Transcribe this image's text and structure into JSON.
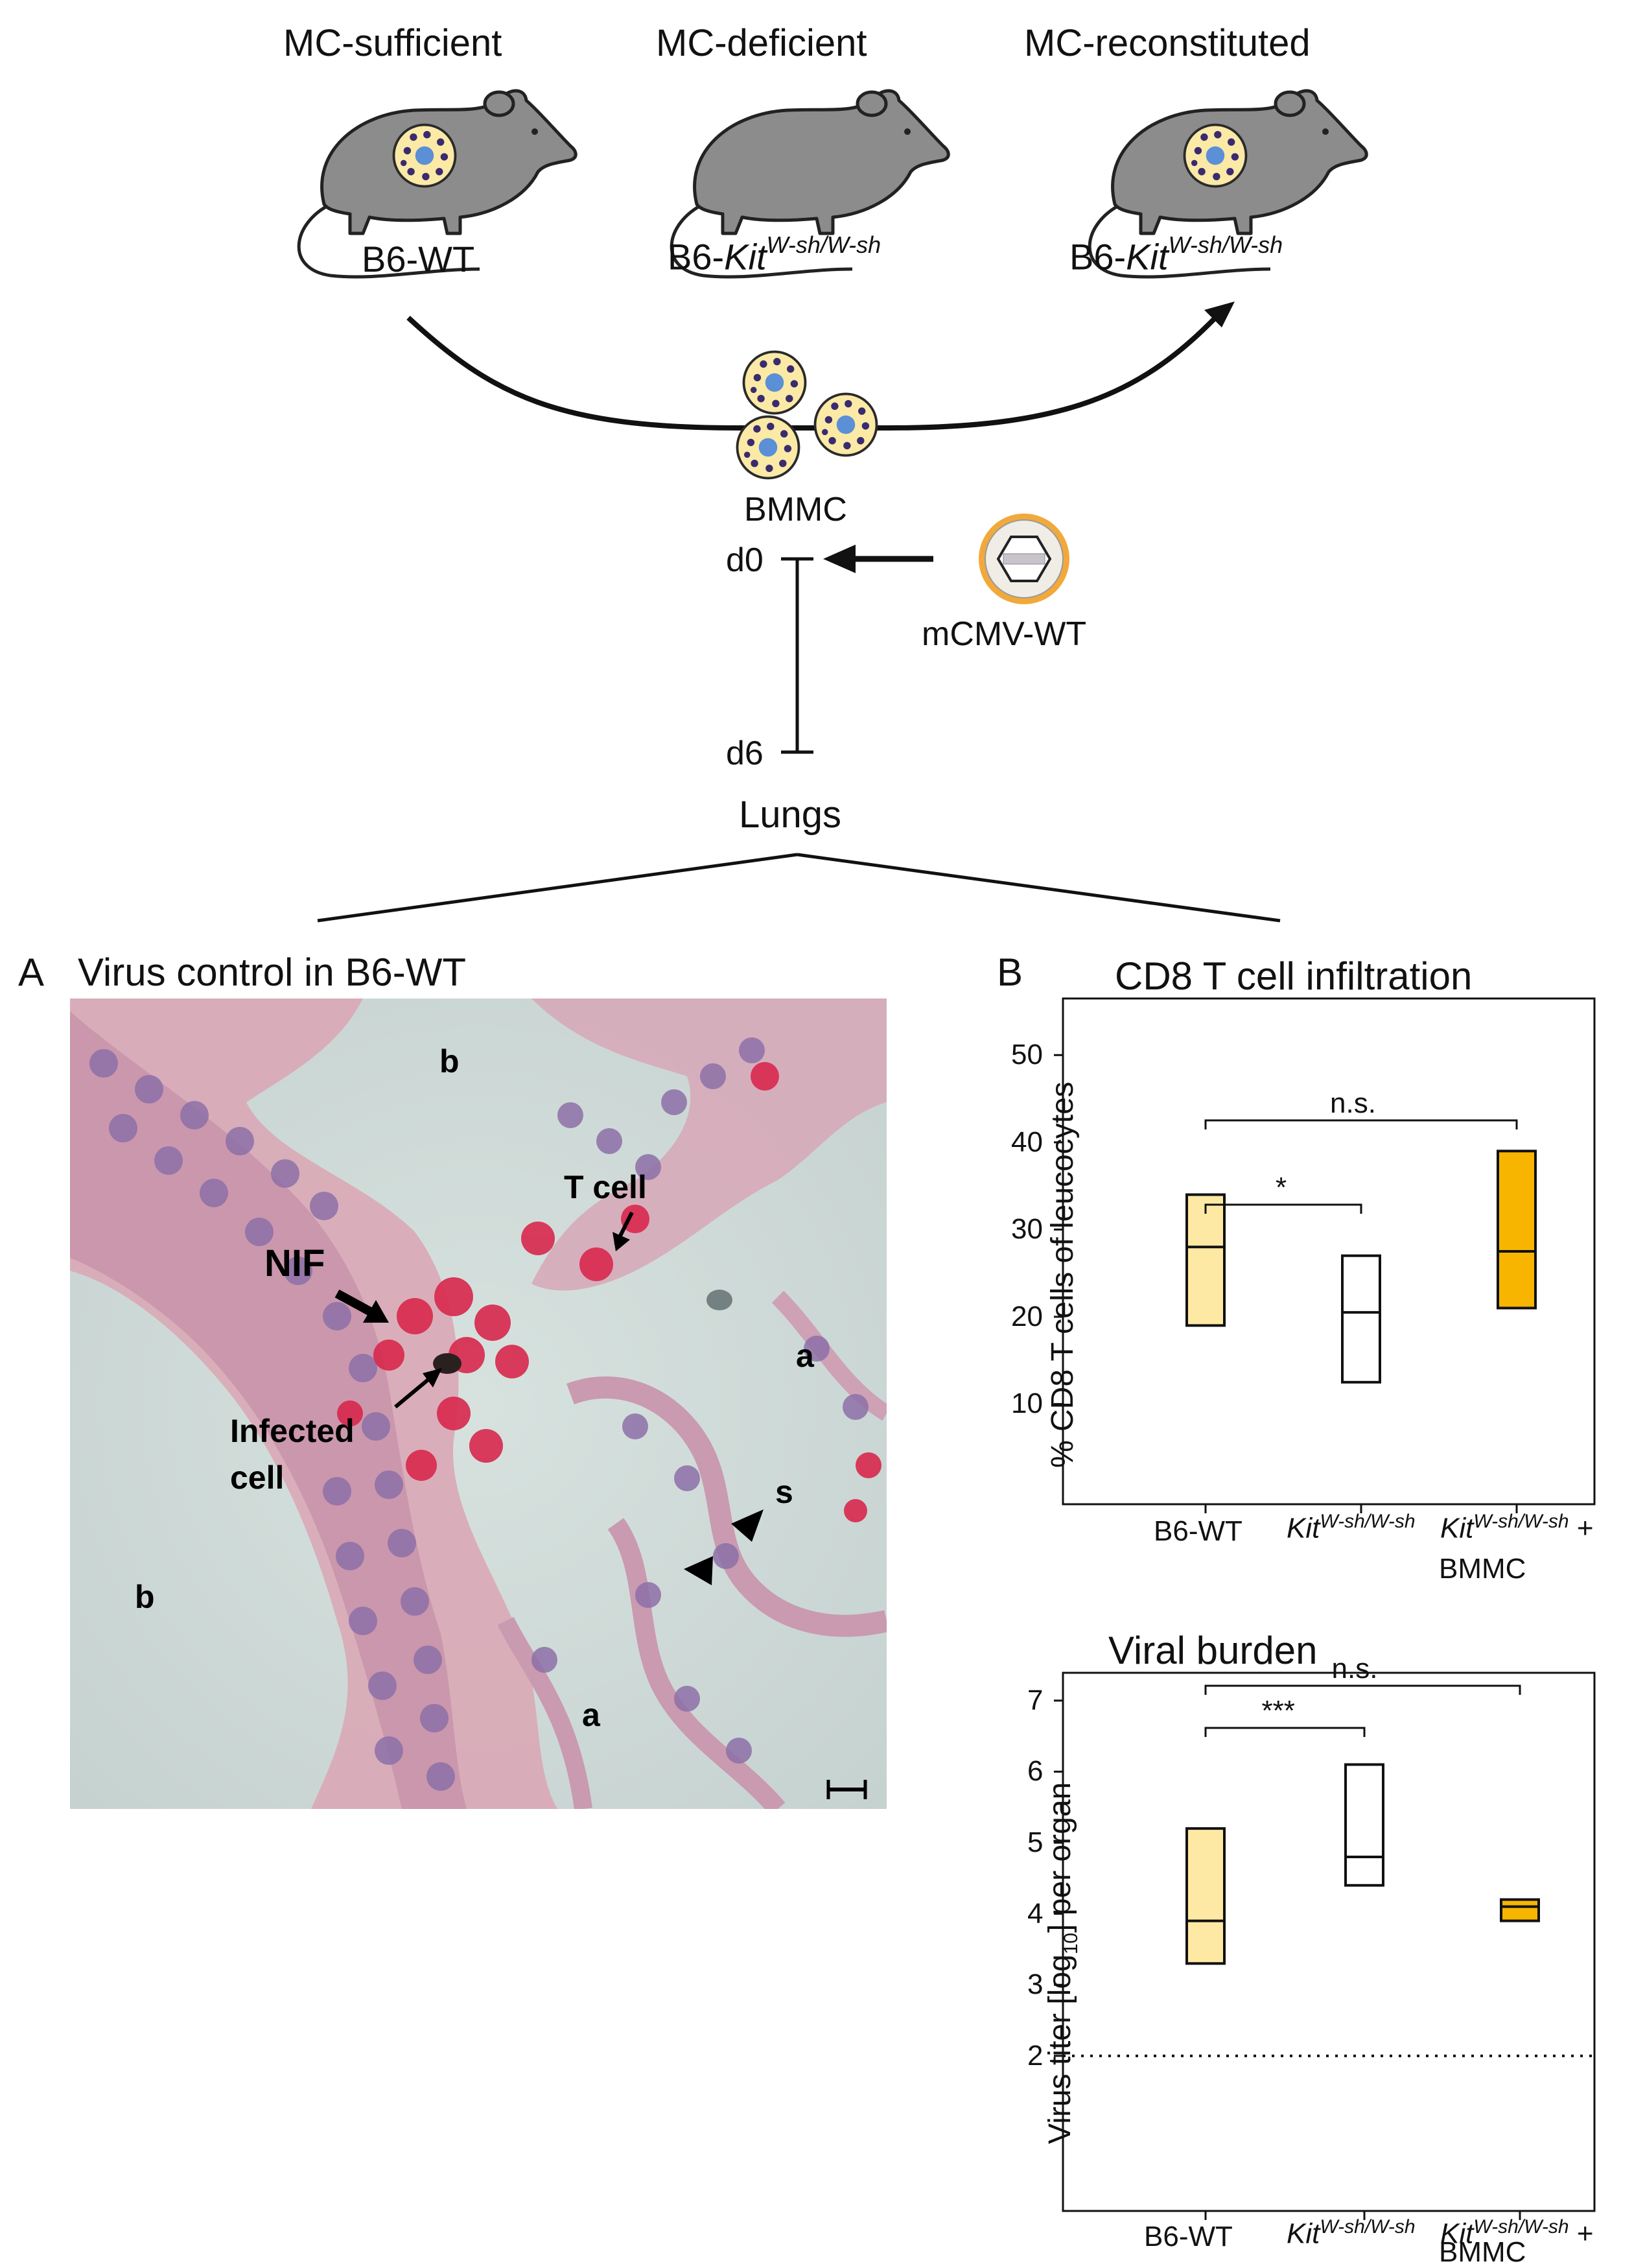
{
  "top": {
    "groups": [
      {
        "label": "MC-sufficient",
        "strain_prefix": "B6-WT",
        "strain_italic": "",
        "strain_sup": "",
        "has_cell": true
      },
      {
        "label": "MC-deficient",
        "strain_prefix": "B6-",
        "strain_italic": "Kit",
        "strain_sup": "W-sh/W-sh",
        "has_cell": false
      },
      {
        "label": "MC-reconstituted",
        "strain_prefix": "B6-",
        "strain_italic": "Kit",
        "strain_sup": "W-sh/W-sh",
        "has_cell": true
      }
    ],
    "bmmc_label": "BMMC",
    "virus_label": "mCMV-WT",
    "d0_label": "d0",
    "d6_label": "d6",
    "organ_label": "Lungs"
  },
  "panel_a": {
    "letter": "A",
    "title": "Virus control in B6-WT",
    "annotations": {
      "b1": "b",
      "b2": "b",
      "a1": "a",
      "a2": "a",
      "s": "s",
      "nif": "NIF",
      "tcell": "T cell",
      "infected1": "Infected",
      "infected2": "cell"
    }
  },
  "panel_b": {
    "letter": "B",
    "categories_html": [
      "B6-WT",
      "Kit|W-sh/W-sh",
      "Kit|W-sh/W-sh|+|BMMC"
    ],
    "cat1": "B6-WT",
    "cat2_italic": "Kit",
    "cat2_sup": "W-sh/W-sh",
    "cat3_italic": "Kit",
    "cat3_sup": "W-sh/W-sh",
    "cat3_plus": "+",
    "cat3_line2": "BMMC",
    "colors": {
      "b6wt": "#fde9a4",
      "kit": "#ffffff",
      "kit_bmmc": "#f7b500",
      "stroke": "#111111"
    }
  },
  "chart_data": [
    {
      "type": "box",
      "title": "CD8 T cell infiltration",
      "ylabel": "% CD8 T cells of leucocytes",
      "ylim": [
        0,
        55
      ],
      "yticks": [
        10,
        20,
        30,
        40,
        50
      ],
      "categories": [
        "B6-WT",
        "KitW-sh/W-sh",
        "KitW-sh/W-sh + BMMC"
      ],
      "boxes": [
        {
          "low": 19,
          "median": 28,
          "high": 34
        },
        {
          "low": 12.5,
          "median": 20.5,
          "high": 27
        },
        {
          "low": 21,
          "median": 27.5,
          "high": 39
        }
      ],
      "significance": [
        {
          "from": 0,
          "to": 1,
          "label": "*"
        },
        {
          "from": 0,
          "to": 2,
          "label": "n.s."
        }
      ]
    },
    {
      "type": "box",
      "title": "Viral burden",
      "ylabel": "Virus titer [log10] per organ",
      "ylim": [
        0,
        7.3
      ],
      "yticks": [
        2,
        3,
        4,
        5,
        6,
        7
      ],
      "detection_limit": 2,
      "categories": [
        "B6-WT",
        "KitW-sh/W-sh",
        "KitW-sh/W-sh + BMMC"
      ],
      "boxes": [
        {
          "low": 3.3,
          "median": 3.9,
          "high": 5.2
        },
        {
          "low": 4.4,
          "median": 4.8,
          "high": 6.1
        },
        {
          "low": 3.9,
          "median": 4.1,
          "high": 4.2
        }
      ],
      "significance": [
        {
          "from": 0,
          "to": 1,
          "label": "***"
        },
        {
          "from": 0,
          "to": 2,
          "label": "n.s."
        }
      ]
    }
  ]
}
